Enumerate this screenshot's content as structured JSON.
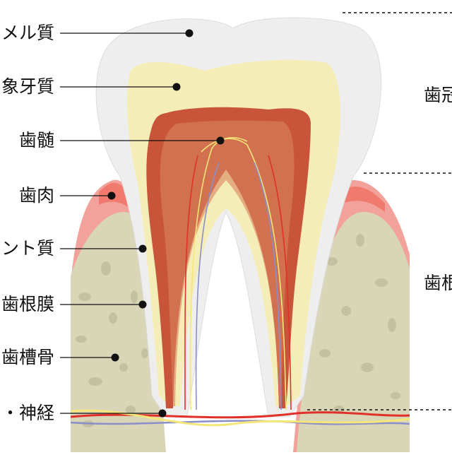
{
  "labels": {
    "enamel": "メル質",
    "dentin": "象牙質",
    "pulp": "歯髄",
    "gum": "歯肉",
    "cementum": "ント質",
    "periodontal_ligament": "歯根膜",
    "alveolar_bone": "歯槽骨",
    "vessels_nerves": "・神経"
  },
  "regions": {
    "crown": "歯冠",
    "root": "歯根"
  },
  "colors": {
    "enamel": "#eeeeee",
    "dentin": "#f5edb8",
    "pulp_outer": "#c8553a",
    "pulp_inner": "#d9835e",
    "gum": "#f2a29a",
    "gum_edge": "#f07a6e",
    "bone": "#d9d6b8",
    "bone_spots": "#c4c1a2",
    "nerve": "#f5e67a",
    "artery": "#e0302a",
    "vein": "#8a8ec9"
  }
}
